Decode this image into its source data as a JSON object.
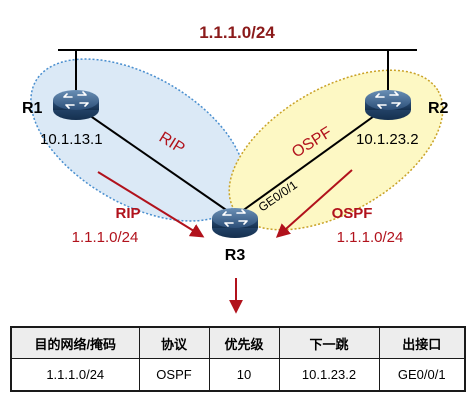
{
  "network": {
    "label": "1.1.1.0/24"
  },
  "routers": [
    {
      "name": "R1",
      "ip": "10.1.13.1"
    },
    {
      "name": "R2",
      "ip": "10.1.23.2"
    },
    {
      "name": "R3",
      "interface": "GE0/0/1"
    }
  ],
  "zones": [
    {
      "protocol": "RIP",
      "color": "#dbe9f6",
      "border": "#4a8fcf"
    },
    {
      "protocol": "OSPF",
      "color": "#fdf8c4",
      "border": "#c9a227"
    }
  ],
  "routes": [
    {
      "protocol": "RIP",
      "prefix": "1.1.1.0/24"
    },
    {
      "protocol": "OSPF",
      "prefix": "1.1.1.0/24"
    }
  ],
  "accent_color": "#b1121c",
  "table": {
    "headers": [
      "目的网络/掩码",
      "协议",
      "优先级",
      "下一跳",
      "出接口"
    ],
    "rows": [
      [
        "1.1.1.0/24",
        "OSPF",
        "10",
        "10.1.23.2",
        "GE0/0/1"
      ]
    ]
  }
}
